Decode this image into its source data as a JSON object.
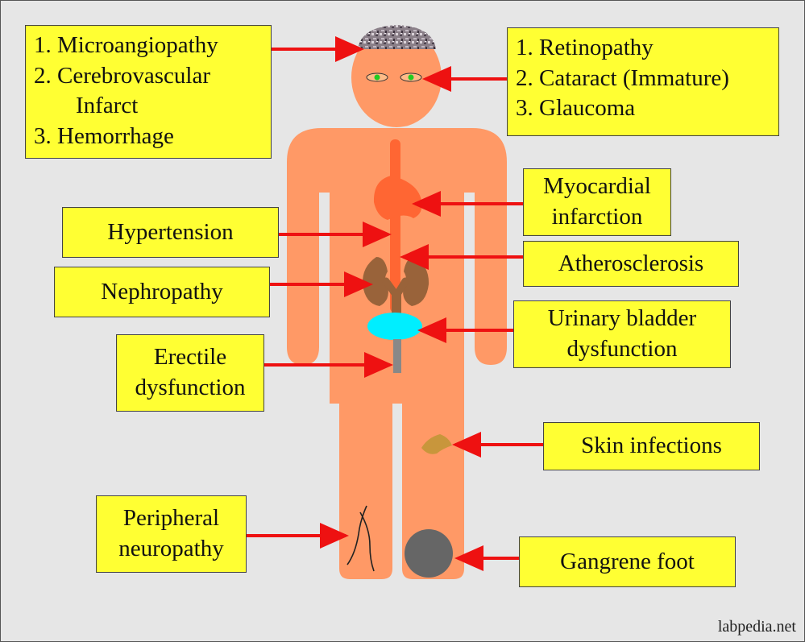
{
  "labels": {
    "brain": [
      "1. Microangiopathy",
      "2. Cerebrovascular",
      "Infarct",
      "3. Hemorrhage"
    ],
    "eye": [
      "1. Retinopathy",
      "2. Cataract (Immature)",
      "3. Glaucoma"
    ],
    "myocardial": [
      "Myocardial",
      "infarction"
    ],
    "hypertension": "Hypertension",
    "atherosclerosis": "Atherosclerosis",
    "nephropathy": "Nephropathy",
    "bladder": [
      "Urinary bladder",
      "dysfunction"
    ],
    "erectile": [
      "Erectile",
      "dysfunction"
    ],
    "skin": "Skin infections",
    "neuropathy": [
      "Peripheral",
      "neuropathy"
    ],
    "gangrene": "Gangrene foot"
  },
  "credit": "labpedia.net",
  "colors": {
    "background": "#e6e6e6",
    "label_box": "#ffff33",
    "arrow": "#ee1111",
    "body": "#ff9966",
    "heart_aorta": "#ff6633",
    "kidney": "#99633a",
    "bladder": "#00eeff",
    "penis": "#888888",
    "skin_lesion": "#c8963c",
    "gangrene": "#666666",
    "eye_iris": "#22cc22"
  }
}
